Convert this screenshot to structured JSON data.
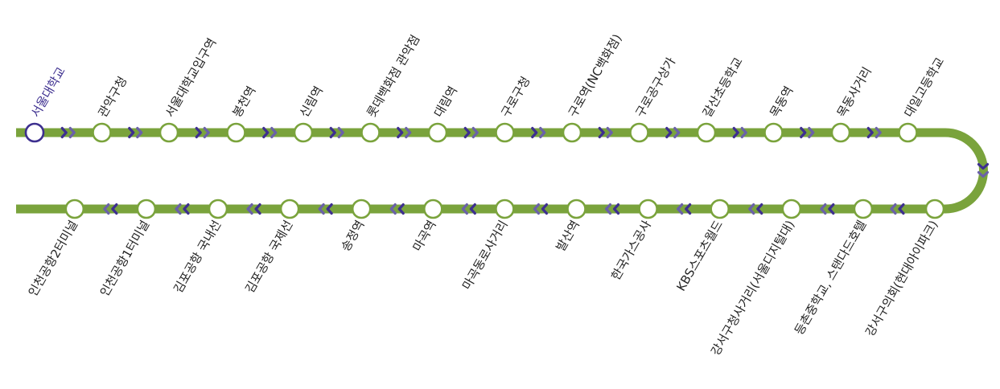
{
  "colors": {
    "line": "#7aa33c",
    "current": "#3d2f8f",
    "arrow_dark": "#3d2f8f",
    "arrow_light": "#6a61a8",
    "label": "#222222",
    "station_fill": "#ffffff"
  },
  "top_stations": [
    {
      "name": "서울대학교",
      "current": true
    },
    {
      "name": "관악구청"
    },
    {
      "name": "서울대학교입구역"
    },
    {
      "name": "봉천역"
    },
    {
      "name": "신림역"
    },
    {
      "name": "롯데백화점 관악점"
    },
    {
      "name": "대림역"
    },
    {
      "name": "구로구청"
    },
    {
      "name": "구로역(NC백화점)"
    },
    {
      "name": "구로공구상가"
    },
    {
      "name": "갈산초등학교"
    },
    {
      "name": "목동역"
    },
    {
      "name": "목동사거리"
    },
    {
      "name": "대일고등학교"
    }
  ],
  "bottom_stations": [
    {
      "name": "강서구의회(현대아이파크)"
    },
    {
      "name": "등촌중학교, 스탠다드호텔"
    },
    {
      "name": "강서구청사거리(서울디지털대)"
    },
    {
      "name": "KBS스포츠월드"
    },
    {
      "name": "한국가스공사"
    },
    {
      "name": "발산역"
    },
    {
      "name": "마곡동로사거리"
    },
    {
      "name": "마곡역"
    },
    {
      "name": "송정역"
    },
    {
      "name": "김포공항 국제선"
    },
    {
      "name": "김포공항 국내선"
    },
    {
      "name": "인천공항1터미널"
    },
    {
      "name": "인천공항2터미널"
    }
  ]
}
